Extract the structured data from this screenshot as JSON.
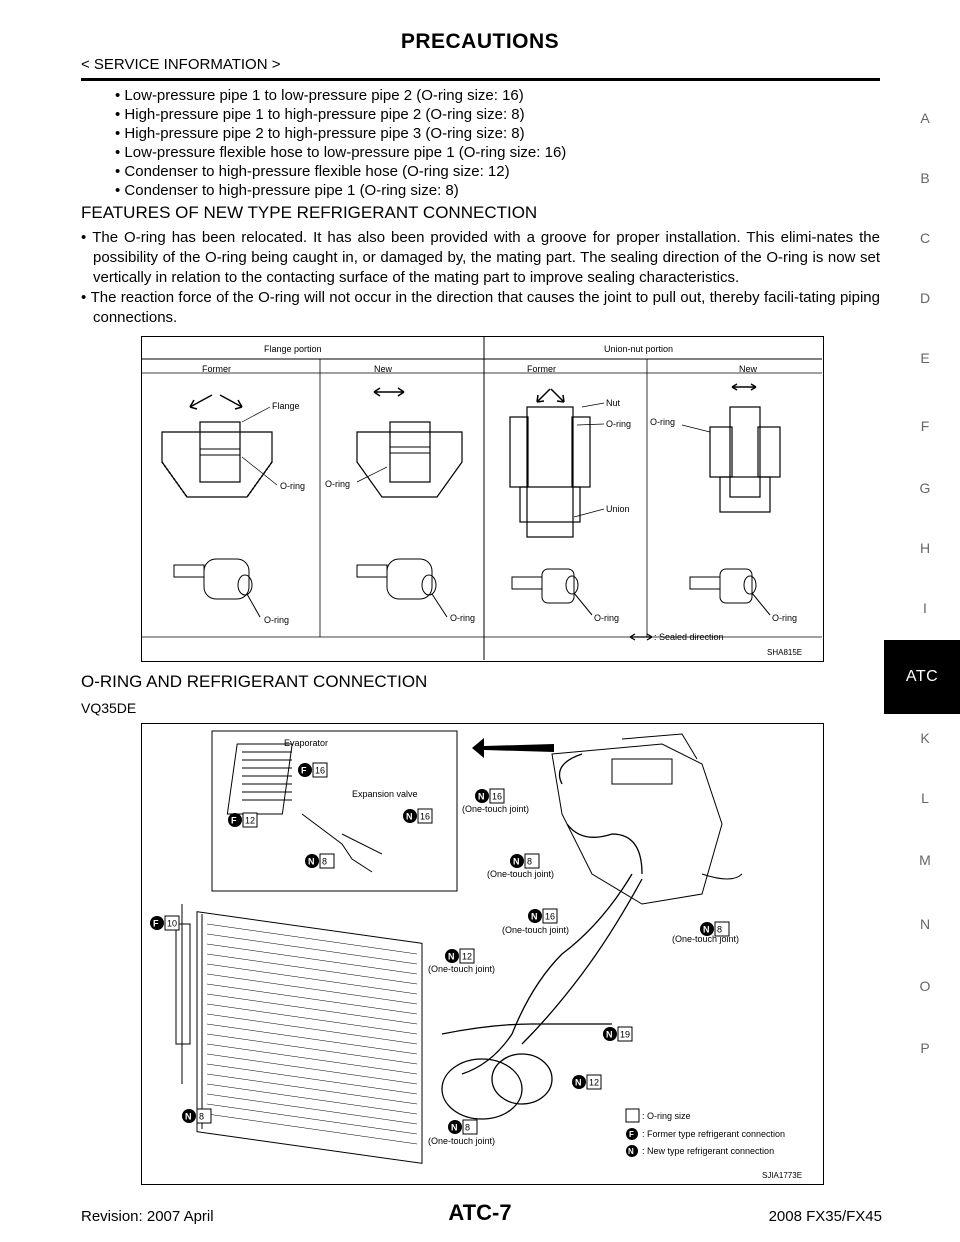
{
  "header": {
    "title": "PRECAUTIONS",
    "section": "< SERVICE INFORMATION >"
  },
  "side_index": [
    "A",
    "B",
    "C",
    "D",
    "E",
    "F",
    "G",
    "H",
    "I",
    "ATC",
    "K",
    "L",
    "M",
    "N",
    "O",
    "P"
  ],
  "oring_pipes": [
    "Low-pressure pipe 1 to low-pressure pipe 2 (O-ring size: 16)",
    "High-pressure pipe 1 to high-pressure pipe 2 (O-ring size: 8)",
    "High-pressure pipe 2 to high-pressure pipe 3 (O-ring size: 8)",
    "Low-pressure flexible hose to low-pressure pipe 1 (O-ring size: 16)",
    "Condenser to high-pressure flexible hose (O-ring size: 12)",
    "Condenser to high-pressure pipe 1 (O-ring size: 8)"
  ],
  "features": {
    "heading": "FEATURES OF NEW TYPE REFRIGERANT CONNECTION",
    "items": [
      "The O-ring has been relocated. It has also been provided with a groove for proper installation. This elimi-nates the possibility of the O-ring being caught in, or damaged by, the mating part. The sealing direction of the O-ring is now set vertically in relation to the contacting surface of the mating part to improve sealing characteristics.",
      "The reaction force of the O-ring will not occur in the direction that causes the joint to pull out, thereby facili-tating piping connections."
    ]
  },
  "figure1": {
    "flange_portion": "Flange portion",
    "union_portion": "Union-nut portion",
    "former": "Former",
    "new": "New",
    "flange": "Flange",
    "oring": "O-ring",
    "nut": "Nut",
    "union": "Union",
    "sealed_direction": ":  Sealed direction",
    "code": "SHA815E"
  },
  "oring_section": {
    "heading": "O-RING AND REFRIGERANT CONNECTION",
    "engine": "VQ35DE"
  },
  "figure2": {
    "evaporator": "Evaporator",
    "expansion_valve": "Expansion valve",
    "one_touch": "(One-touch joint)",
    "legend_size": ": O-ring size",
    "legend_former": ": Former type refrigerant connection",
    "legend_new": ": New type refrigerant connection",
    "code": "SJIA1773E",
    "connections": [
      {
        "type": "F",
        "size": "16"
      },
      {
        "type": "F",
        "size": "12"
      },
      {
        "type": "N",
        "size": "16"
      },
      {
        "type": "N",
        "size": "8"
      },
      {
        "type": "N",
        "size": "16"
      },
      {
        "type": "N",
        "size": "8"
      },
      {
        "type": "N",
        "size": "16"
      },
      {
        "type": "N",
        "size": "8"
      },
      {
        "type": "F",
        "size": "10"
      },
      {
        "type": "N",
        "size": "12"
      },
      {
        "type": "N",
        "size": "19"
      },
      {
        "type": "N",
        "size": "12"
      },
      {
        "type": "N",
        "size": "8"
      },
      {
        "type": "N",
        "size": "8"
      }
    ]
  },
  "footer": {
    "revision": "Revision: 2007 April",
    "page": "ATC-7",
    "model": "2008 FX35/FX45"
  }
}
